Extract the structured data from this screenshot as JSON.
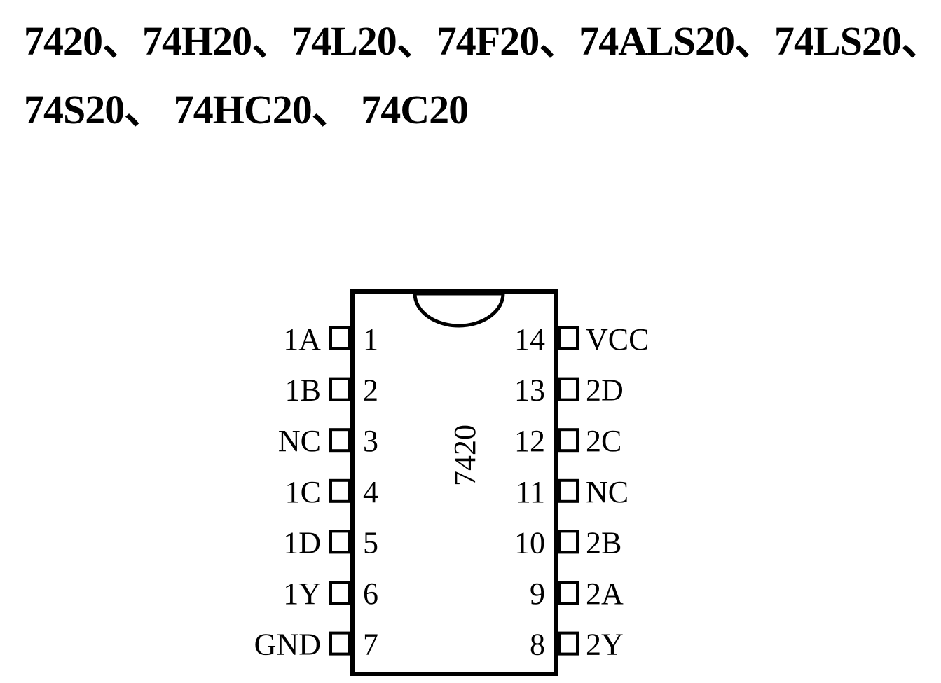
{
  "title_lines": [
    "7420、74H20、74L20、74F20、74ALS20、74LS20、",
    "74S20、 74HC20、 74C20"
  ],
  "chip": {
    "name": "7420",
    "left_pins": [
      {
        "number": "1",
        "label": "1A"
      },
      {
        "number": "2",
        "label": "1B"
      },
      {
        "number": "3",
        "label": "NC"
      },
      {
        "number": "4",
        "label": "1C"
      },
      {
        "number": "5",
        "label": "1D"
      },
      {
        "number": "6",
        "label": "1Y"
      },
      {
        "number": "7",
        "label": "GND"
      }
    ],
    "right_pins": [
      {
        "number": "14",
        "label": "VCC"
      },
      {
        "number": "13",
        "label": "2D"
      },
      {
        "number": "12",
        "label": "2C"
      },
      {
        "number": "11",
        "label": "NC"
      },
      {
        "number": "10",
        "label": "2B"
      },
      {
        "number": "9",
        "label": "2A"
      },
      {
        "number": "8",
        "label": "2Y"
      }
    ]
  }
}
